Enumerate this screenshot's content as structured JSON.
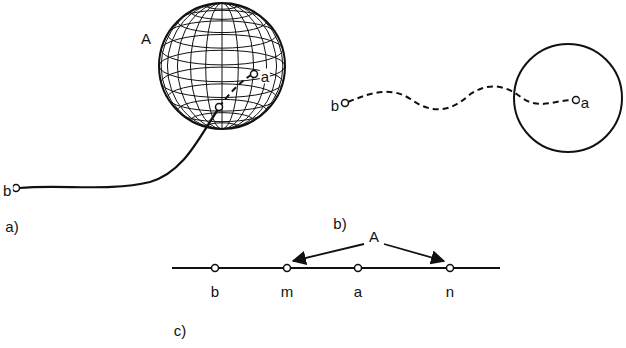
{
  "diagram": {
    "labels": [
      "A",
      "a",
      "b",
      "a)",
      "b",
      "a",
      "b)",
      "A",
      "b",
      "m",
      "a",
      "n",
      "c)"
    ]
  }
}
